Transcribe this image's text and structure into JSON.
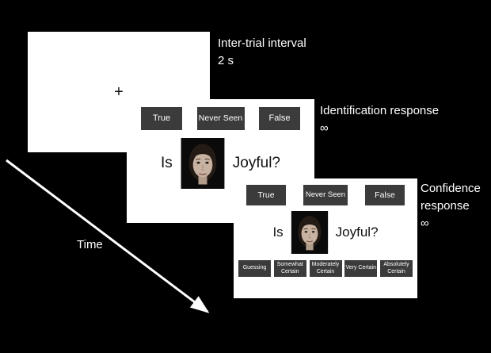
{
  "diagram": {
    "time_arrow_label": "Time",
    "colors": {
      "background": "#000000",
      "panel": "#ffffff",
      "button": "#3b3b3b",
      "button_text": "#ffffff",
      "caption_text": "#ffffff"
    }
  },
  "iti_panel": {
    "fixation_cross": "+",
    "caption_lines": [
      "Inter-trial interval",
      "2 s"
    ]
  },
  "identification_panel": {
    "response_buttons": [
      "True",
      "Never Seen",
      "False"
    ],
    "question": {
      "left": "Is",
      "right": "Joyful?"
    },
    "face_icon": "female-face-photo",
    "caption_lines": [
      "Identification response",
      "∞"
    ]
  },
  "confidence_panel": {
    "response_buttons": [
      "True",
      "Never Seen",
      "False"
    ],
    "question": {
      "left": "Is",
      "right": "Joyful?"
    },
    "face_icon": "female-face-photo",
    "confidence_buttons": [
      "Guessing",
      "Somewhat Certain",
      "Moderately Certain",
      "Very Certain",
      "Absolutely Certain"
    ],
    "caption_lines": [
      "Confidence",
      "response",
      "∞"
    ]
  }
}
